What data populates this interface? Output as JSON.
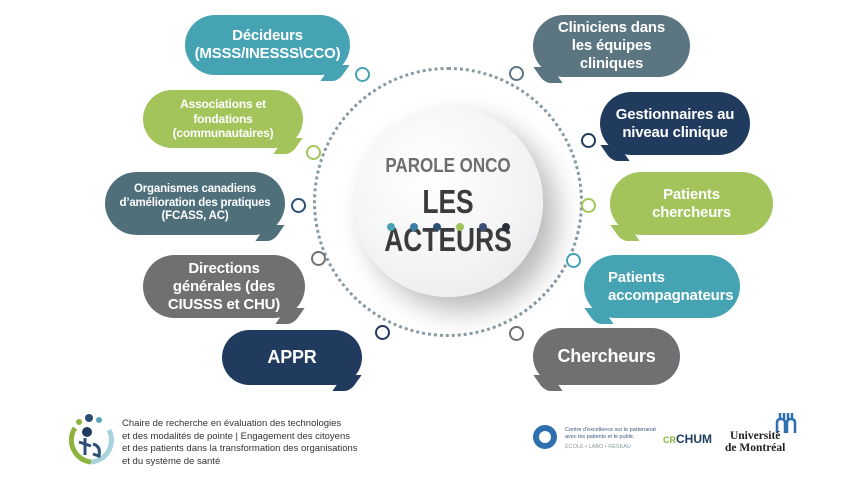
{
  "center": {
    "subtitle": "PAROLE ONCO",
    "title": "LES ACTEURS",
    "dot_colors": [
      "#45a3b3",
      "#3b7fa8",
      "#2d4f74",
      "#a3c45a",
      "#3d4f78",
      "#2a2f3a"
    ]
  },
  "left_actors": [
    {
      "label": "Décideurs (MSSS/INESSS\\CCO)",
      "color": "#45a3b3"
    },
    {
      "label": "Associations et fondations (communautaires)",
      "color": "#a3c45a"
    },
    {
      "label": "Organismes canadiens d’amélioration des pratiques (FCASS, AC)",
      "color": "#4f707b"
    },
    {
      "label": "Directions générales (des CIUSSS et CHU)",
      "color": "#6f7072"
    },
    {
      "label": "APPR",
      "color": "#213b5f"
    }
  ],
  "right_actors": [
    {
      "label": "Cliniciens dans les équipes cliniques",
      "color": "#5b7581"
    },
    {
      "label": "Gestionnaires au niveau clinique",
      "color": "#213b5f"
    },
    {
      "label": "Patients chercheurs",
      "color": "#a3c45a"
    },
    {
      "label": "Patients accompagnateurs",
      "color": "#45a3b3"
    },
    {
      "label": "Chercheurs",
      "color": "#6f7072"
    }
  ],
  "footer": {
    "chaire_lines": [
      "Chaire de recherche en évaluation des technologies",
      "et des modalités de pointe | Engagement des citoyens",
      "et des patients dans la transformation des organisations",
      "et du système de santé"
    ],
    "cepp_lines": [
      "Centre d'excellence sur le partenariat",
      "avec les patients et le public",
      "ÉCOLE • LABO • RÉSEAU"
    ],
    "crchum_prefix": "CR",
    "crchum": "CHUM",
    "udem_lines": [
      "Université",
      "de Montréal"
    ]
  }
}
